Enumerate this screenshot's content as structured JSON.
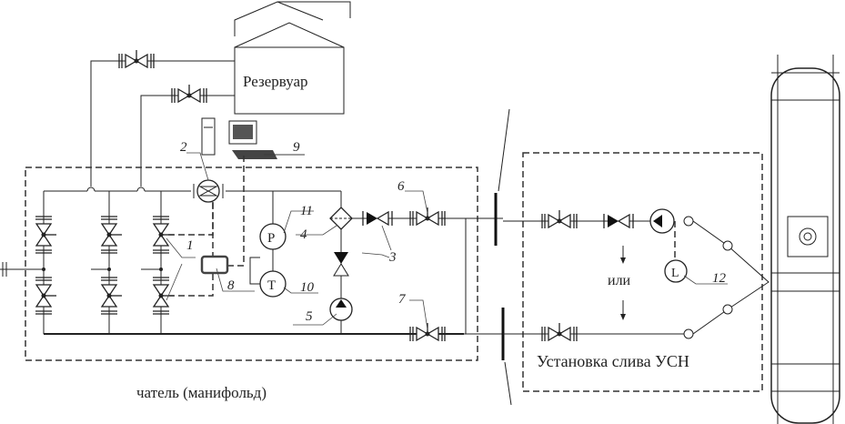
{
  "labels": {
    "reservoir": "Резервуар",
    "or": "или",
    "unload_unit": "Установка слива УСН",
    "manifold": "чатель (манифольд)",
    "pressure": "P",
    "temperature": "T",
    "level": "L"
  },
  "callouts": [
    "1",
    "2",
    "3",
    "4",
    "5",
    "6",
    "7",
    "8",
    "9",
    "10",
    "11",
    "12"
  ]
}
